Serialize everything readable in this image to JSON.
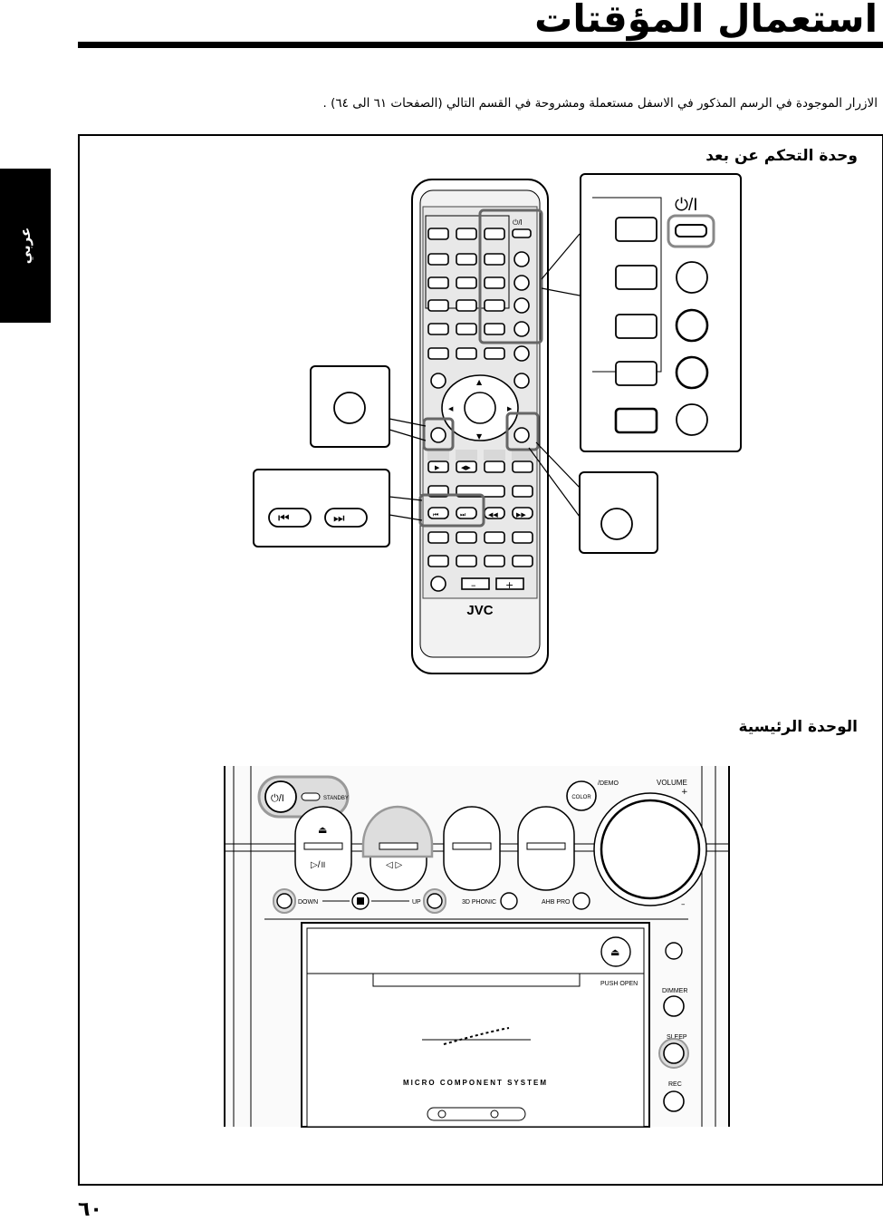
{
  "page": {
    "title": "استعمال المؤقتات",
    "intro": "الازرار الموجودة في الرسم المذكور في الاسفل مستعملة ومشروحة في القسم التالي (الصفحات ٦١ الى ٦٤) .",
    "side_tab": "عربي",
    "page_number": "٦٠"
  },
  "remote": {
    "heading": "وحدة التحكم عن بعد",
    "brand": "JVC",
    "power_symbol": "⏻/I",
    "minus": "–",
    "plus": "+"
  },
  "main_unit": {
    "heading": "الوحدة الرئيسية",
    "power_symbol": "⏻/I",
    "standby": "STANDBY",
    "demo": "/DEMO",
    "color": "COLOR",
    "volume": "VOLUME",
    "down": "DOWN",
    "up": "UP",
    "phonic": "3D PHONIC",
    "ahb": "AHB PRO",
    "push_open": "PUSH OPEN",
    "dimmer": "DIMMER",
    "sleep": "SLEEP",
    "rec": "REC",
    "system": "MICRO COMPONENT SYSTEM",
    "play_pause": "▷/॥",
    "reverse_forward": "◁ ▷"
  }
}
